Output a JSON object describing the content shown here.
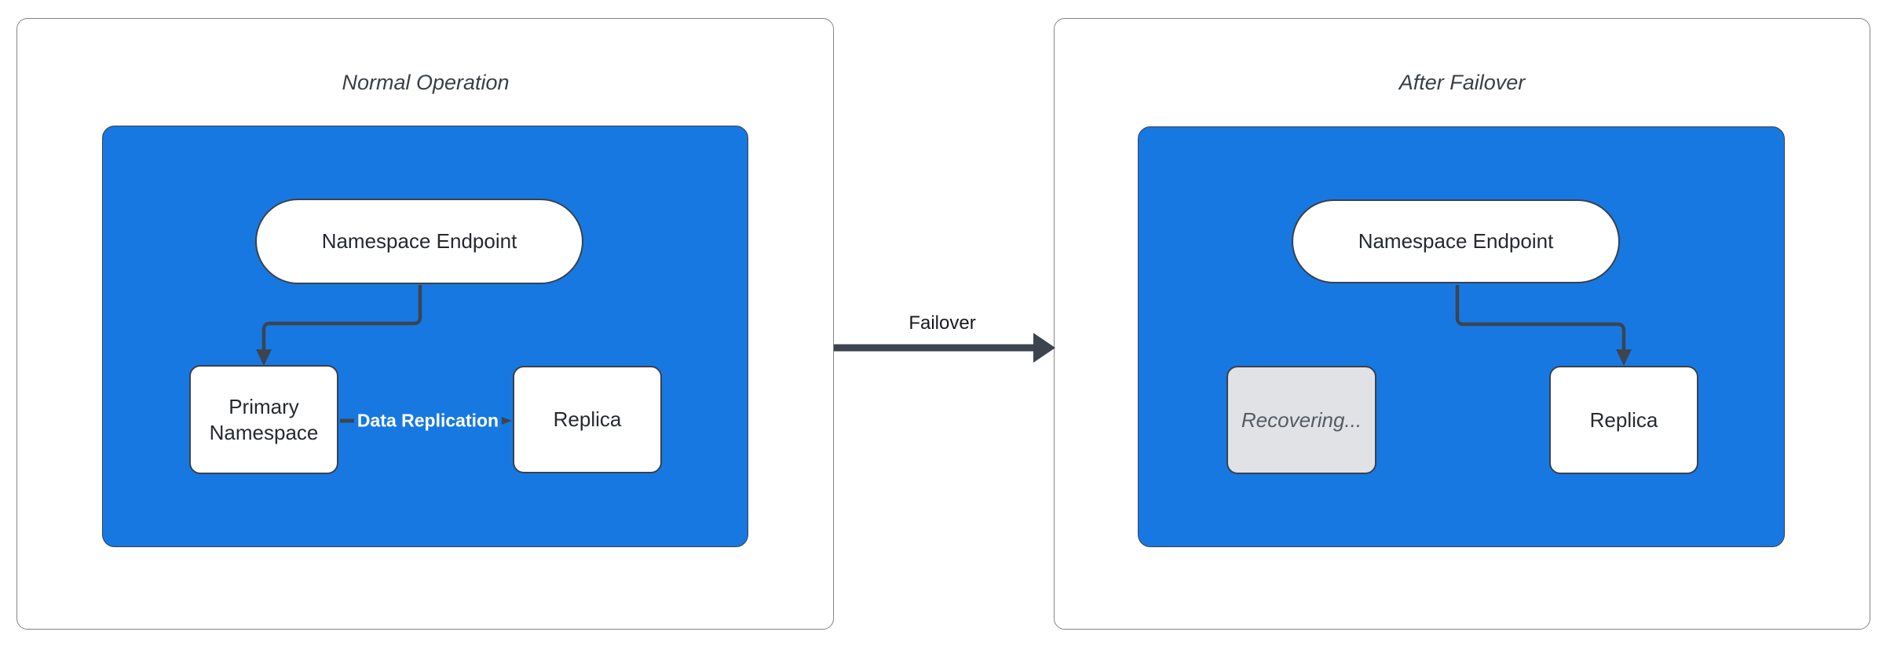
{
  "diagram": {
    "left_panel": {
      "title": "Normal Operation",
      "endpoint_label": "Namespace Endpoint",
      "primary_label": "Primary Namespace",
      "replica_label": "Replica",
      "replication_edge_label": "Data Replication"
    },
    "right_panel": {
      "title": "After Failover",
      "endpoint_label": "Namespace Endpoint",
      "recovering_label": "Recovering...",
      "replica_label": "Replica"
    },
    "transition": {
      "failover_label": "Failover"
    },
    "colors": {
      "container_blue": "#1778e2",
      "connector_dark": "#3c4450",
      "recovering_gray_bg": "#e0e2e6",
      "recovering_gray_text": "#555b63",
      "node_white": "#ffffff",
      "panel_border_gray": "#848484",
      "title_text": "#3a3f45"
    }
  }
}
